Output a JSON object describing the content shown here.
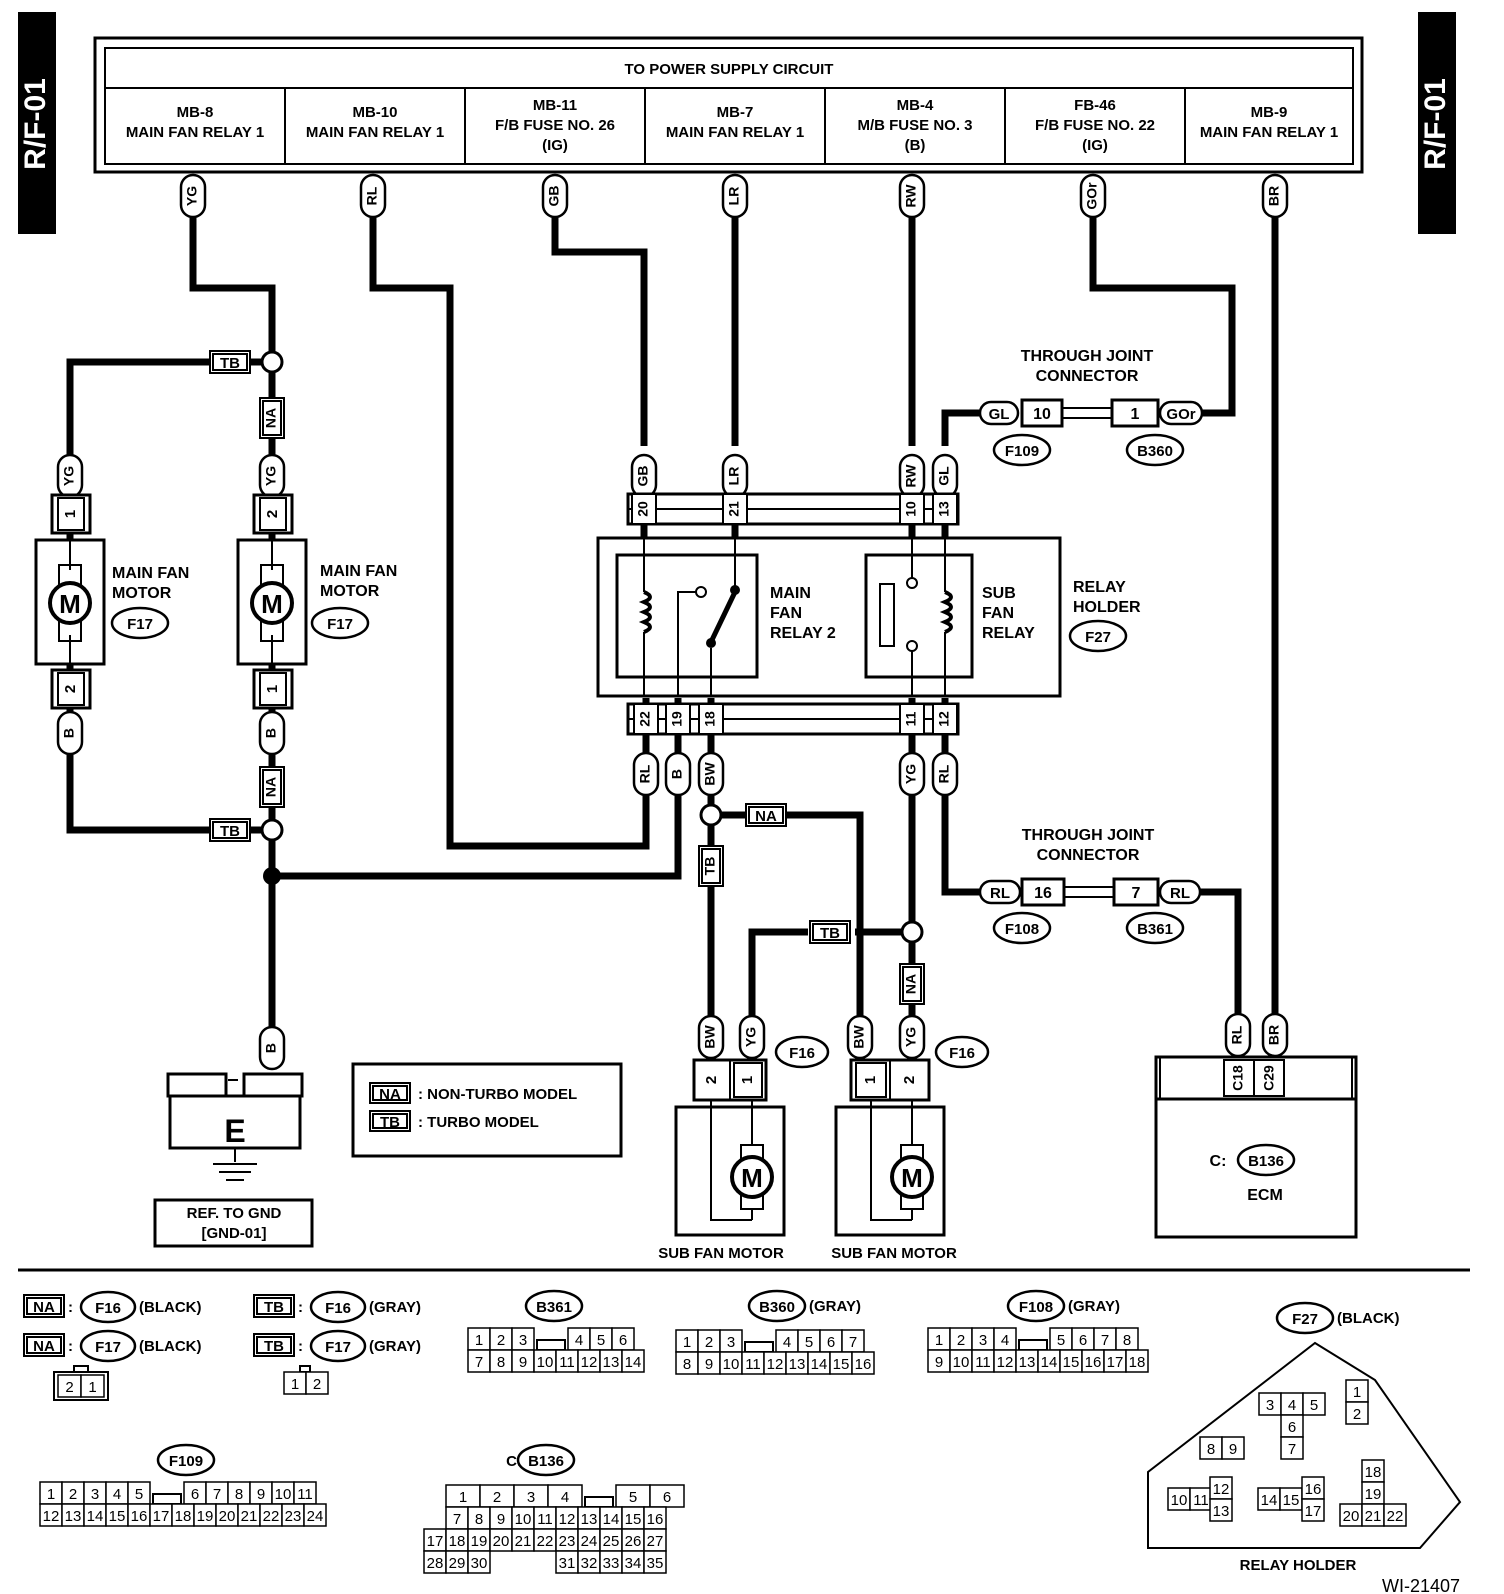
{
  "side_tag": "R/F-01",
  "power_supply": {
    "title": "TO POWER SUPPLY CIRCUIT",
    "cols": [
      {
        "l1": "MB-8",
        "l2": "MAIN FAN RELAY 1",
        "l3": ""
      },
      {
        "l1": "MB-10",
        "l2": "MAIN FAN RELAY 1",
        "l3": ""
      },
      {
        "l1": "MB-11",
        "l2": "F/B FUSE NO. 26",
        "l3": "(IG)"
      },
      {
        "l1": "MB-7",
        "l2": "MAIN FAN RELAY 1",
        "l3": ""
      },
      {
        "l1": "MB-4",
        "l2": "M/B FUSE NO. 3",
        "l3": "(B)"
      },
      {
        "l1": "FB-46",
        "l2": "F/B FUSE NO. 22",
        "l3": "(IG)"
      },
      {
        "l1": "MB-9",
        "l2": "MAIN FAN RELAY 1",
        "l3": ""
      }
    ]
  },
  "wires": {
    "YG": "YG",
    "RL": "RL",
    "GB": "GB",
    "LR": "LR",
    "RW": "RW",
    "GOr": "GOr",
    "BR": "BR",
    "GL": "GL",
    "B": "B",
    "BW": "BW"
  },
  "pins": {
    "p1": "1",
    "p2": "2",
    "p10": "10",
    "p16": "16",
    "p7": "7",
    "p20": "20",
    "p21": "21",
    "p13": "13",
    "p22": "22",
    "p19": "19",
    "p18": "18",
    "p11": "11",
    "p12": "12",
    "C18": "C18",
    "C29": "C29"
  },
  "model_tags": {
    "NA": "NA",
    "TB": "TB"
  },
  "connectors": {
    "F17": "F17",
    "F16": "F16",
    "F27": "F27",
    "F109": "F109",
    "B360": "B360",
    "F108": "F108",
    "B361": "B361",
    "B136": "B136"
  },
  "labels": {
    "main_fan_motor_l1": "MAIN FAN",
    "main_fan_motor_l2": "MOTOR",
    "motor_letter": "M",
    "tjc_l1": "THROUGH JOINT",
    "tjc_l2": "CONNECTOR",
    "main_relay_l1": "MAIN",
    "main_relay_l2": "FAN",
    "main_relay_l3": "RELAY 2",
    "sub_relay_l1": "SUB",
    "sub_relay_l2": "FAN",
    "sub_relay_l3": "RELAY",
    "relay_holder_l1": "RELAY",
    "relay_holder_l2": "HOLDER",
    "sub_fan_motor": "SUB FAN MOTOR",
    "ground_letter": "E",
    "ref_gnd_l1": "REF. TO GND",
    "ref_gnd_l2": "[GND-01]",
    "ecm": "ECM",
    "ecm_c": "C:",
    "legend_na": ": NON-TURBO MODEL",
    "legend_tb": ": TURBO MODEL",
    "relay_holder_bottom": "RELAY HOLDER",
    "doc_id": "WI-21407",
    "colon": ":"
  },
  "connector_keys": [
    {
      "tag": "NA",
      "conn": "F16",
      "color": "(BLACK)"
    },
    {
      "tag": "NA",
      "conn": "F17",
      "color": "(BLACK)"
    },
    {
      "tag": "TB",
      "conn": "F16",
      "color": "(GRAY)"
    },
    {
      "tag": "TB",
      "conn": "F17",
      "color": "(GRAY)"
    }
  ],
  "connector_headers": {
    "B361": {
      "name": "B361",
      "color": ""
    },
    "B360": {
      "name": "B360",
      "color": "(GRAY)"
    },
    "F108": {
      "name": "F108",
      "color": "(GRAY)"
    },
    "F27": {
      "name": "F27",
      "color": "(BLACK)"
    },
    "F109": {
      "name": "F109",
      "color": ""
    },
    "B136": {
      "name": "B136",
      "prefix": "C:"
    }
  },
  "pin_tables": {
    "NA_face": [
      "2",
      "1"
    ],
    "TB_face": [
      "1",
      "2"
    ],
    "B361": {
      "top": [
        "1",
        "2",
        "3",
        "",
        "4",
        "5",
        "6"
      ],
      "bottom": [
        "7",
        "8",
        "9",
        "10",
        "11",
        "12",
        "13",
        "14"
      ]
    },
    "B360": {
      "top": [
        "1",
        "2",
        "3",
        "",
        "4",
        "5",
        "6",
        "7"
      ],
      "bottom": [
        "8",
        "9",
        "10",
        "11",
        "12",
        "13",
        "14",
        "15",
        "16"
      ]
    },
    "F108": {
      "top": [
        "1",
        "2",
        "3",
        "4",
        "",
        "5",
        "6",
        "7",
        "8"
      ],
      "bottom": [
        "9",
        "10",
        "11",
        "12",
        "13",
        "14",
        "15",
        "16",
        "17",
        "18"
      ]
    },
    "F109": {
      "top": [
        "1",
        "2",
        "3",
        "4",
        "5",
        "",
        "6",
        "7",
        "8",
        "9",
        "10",
        "11"
      ],
      "bottom": [
        "12",
        "13",
        "14",
        "15",
        "16",
        "17",
        "18",
        "19",
        "20",
        "21",
        "22",
        "23",
        "24"
      ]
    },
    "B136": {
      "r1": [
        "1",
        "2",
        "3",
        "4",
        "",
        "5",
        "6"
      ],
      "r2": [
        "7",
        "8",
        "9",
        "10",
        "11",
        "12",
        "13",
        "14",
        "15",
        "16"
      ],
      "r3": [
        "17",
        "18",
        "19",
        "20",
        "21",
        "22",
        "23",
        "24",
        "25",
        "26",
        "27"
      ],
      "r4": [
        "28",
        "29",
        "30",
        "31",
        "32",
        "33",
        "34",
        "35"
      ]
    },
    "F27": {
      "a": [
        "3",
        "4",
        "5"
      ],
      "b": "6",
      "c": "7",
      "d": [
        "1",
        "2"
      ],
      "e": [
        "8",
        "9"
      ],
      "f": [
        "10",
        "11"
      ],
      "g": [
        "12",
        "13"
      ],
      "h": [
        "14",
        "15"
      ],
      "i": [
        "16",
        "17"
      ],
      "j": [
        "18",
        "19"
      ],
      "k": [
        "20",
        "21",
        "22"
      ]
    }
  }
}
